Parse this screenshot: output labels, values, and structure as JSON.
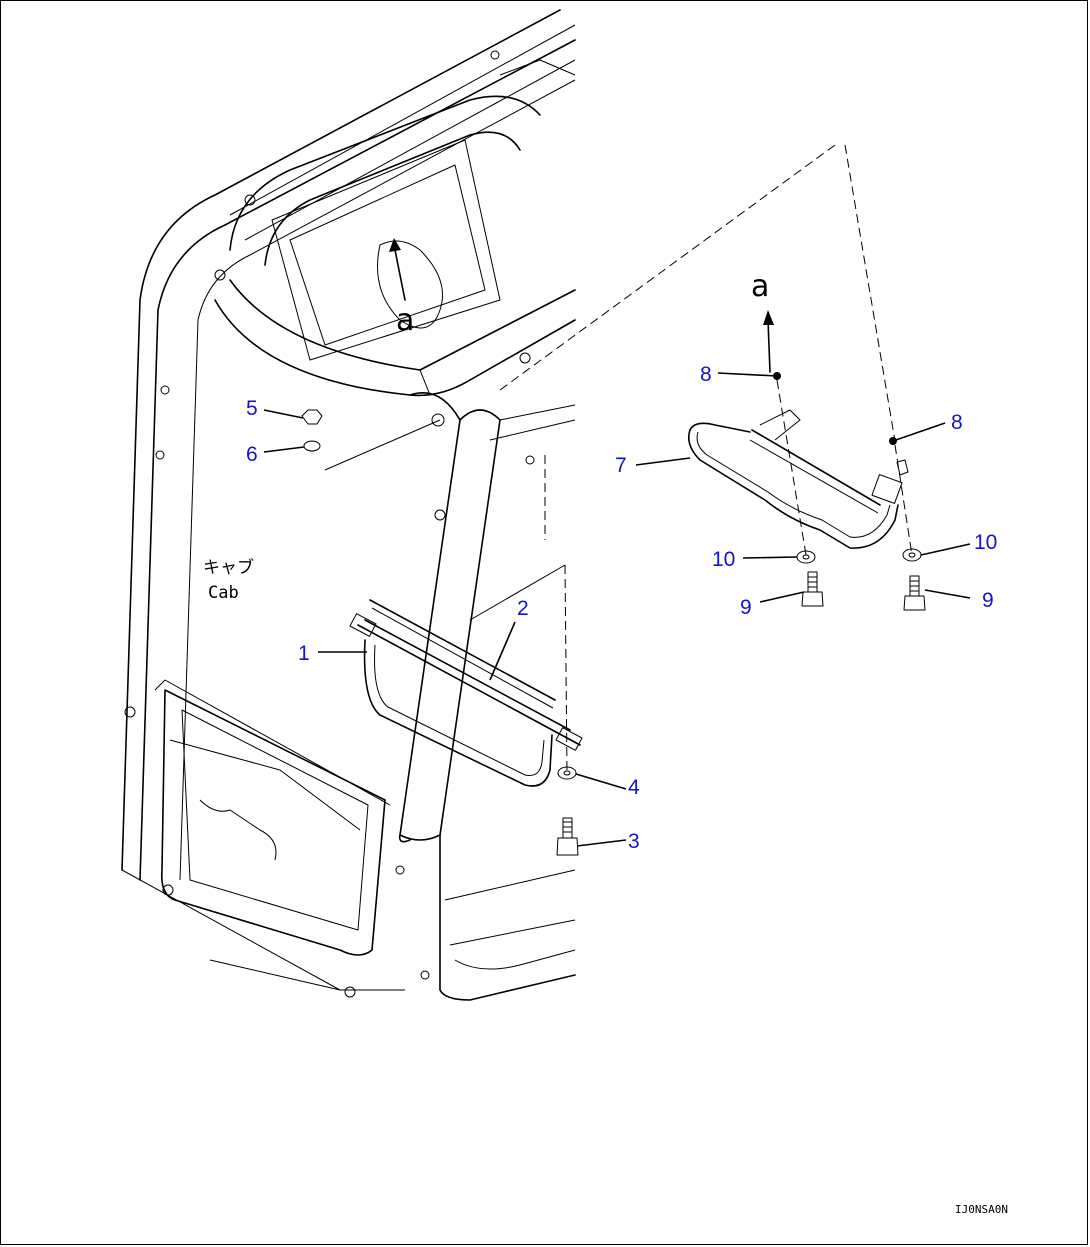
{
  "diagram": {
    "view_letter_main": "a",
    "view_letter_detail": "a",
    "cab_label_jp": "キャブ",
    "cab_label_en": "Cab",
    "drawing_code": "IJ0NSA0N",
    "callouts": {
      "c1": "1",
      "c2": "2",
      "c3": "3",
      "c4": "4",
      "c5": "5",
      "c6": "6",
      "c7": "7",
      "c8a": "8",
      "c8b": "8",
      "c9a": "9",
      "c9b": "9",
      "c10a": "10",
      "c10b": "10"
    }
  }
}
